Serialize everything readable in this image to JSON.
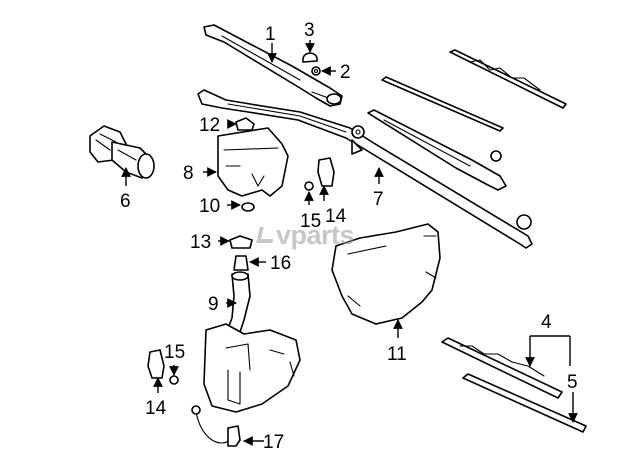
{
  "watermark": {
    "text": "vparts"
  },
  "callouts": {
    "c1": "1",
    "c2": "2",
    "c3": "3",
    "c4": "4",
    "c5": "5",
    "c6": "6",
    "c7": "7",
    "c8": "8",
    "c9": "9",
    "c10": "10",
    "c11": "11",
    "c12": "12",
    "c13": "13",
    "c14a": "14",
    "c14b": "14",
    "c15a": "15",
    "c15b": "15",
    "c16": "16",
    "c17": "17"
  }
}
